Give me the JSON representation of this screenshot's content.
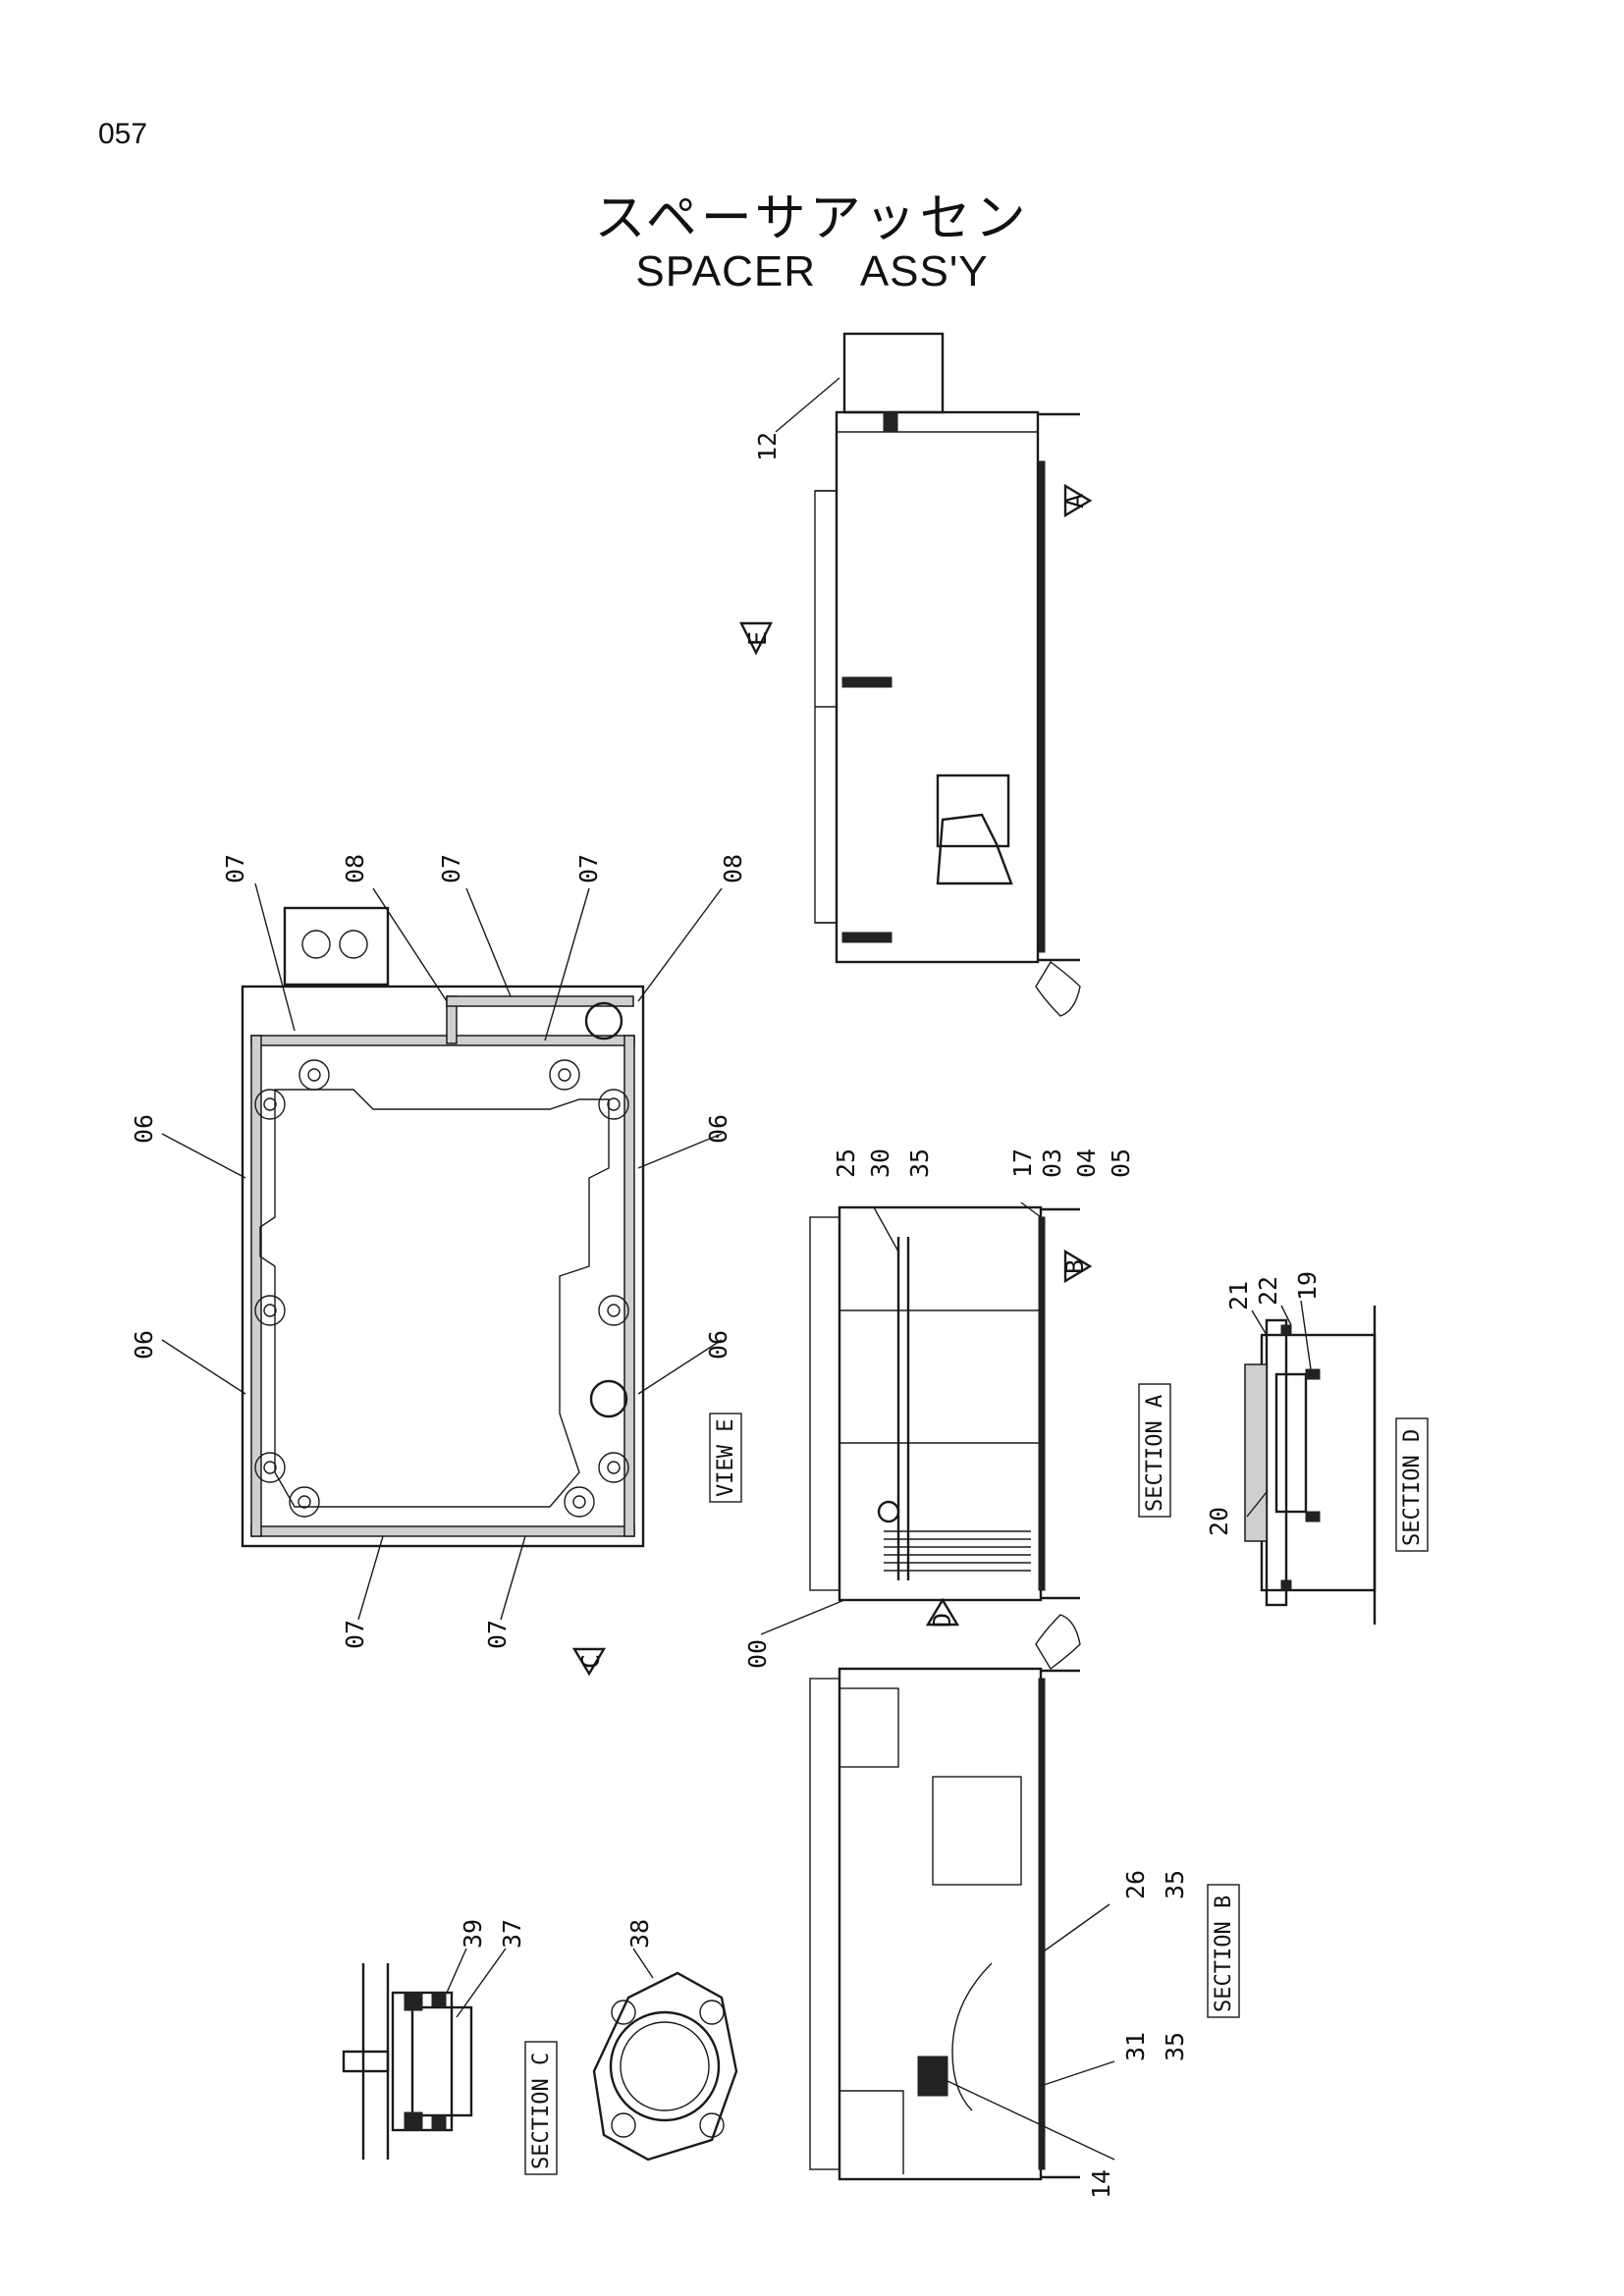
{
  "page_number": "057",
  "title_jp": "スペーサアッセン",
  "title_en": "SPACER ASS'Y",
  "callouts": {
    "c12": "12",
    "c07a": "07",
    "c08a": "08",
    "c07b": "07",
    "c07c": "07",
    "c08b": "08",
    "c06a": "06",
    "c06b": "06",
    "c06c": "06",
    "c06d": "06",
    "c07d": "07",
    "c07e": "07",
    "c25": "25",
    "c30": "30",
    "c35a": "35",
    "c17": "17",
    "c03": "03",
    "c04": "04",
    "c05": "05",
    "c00": "00",
    "c21": "21",
    "c22": "22",
    "c19": "19",
    "c20": "20",
    "c26": "26",
    "c35b": "35",
    "c31": "31",
    "c35c": "35",
    "c14": "14",
    "c39": "39",
    "c37": "37",
    "c38": "38"
  },
  "view_markers": {
    "A": "A",
    "B": "B",
    "C": "C",
    "D": "D",
    "E": "E"
  },
  "section_tags": {
    "view_e": "VIEW E",
    "section_a": "SECTION A",
    "section_b": "SECTION B",
    "section_c": "SECTION C",
    "section_d": "SECTION D"
  }
}
